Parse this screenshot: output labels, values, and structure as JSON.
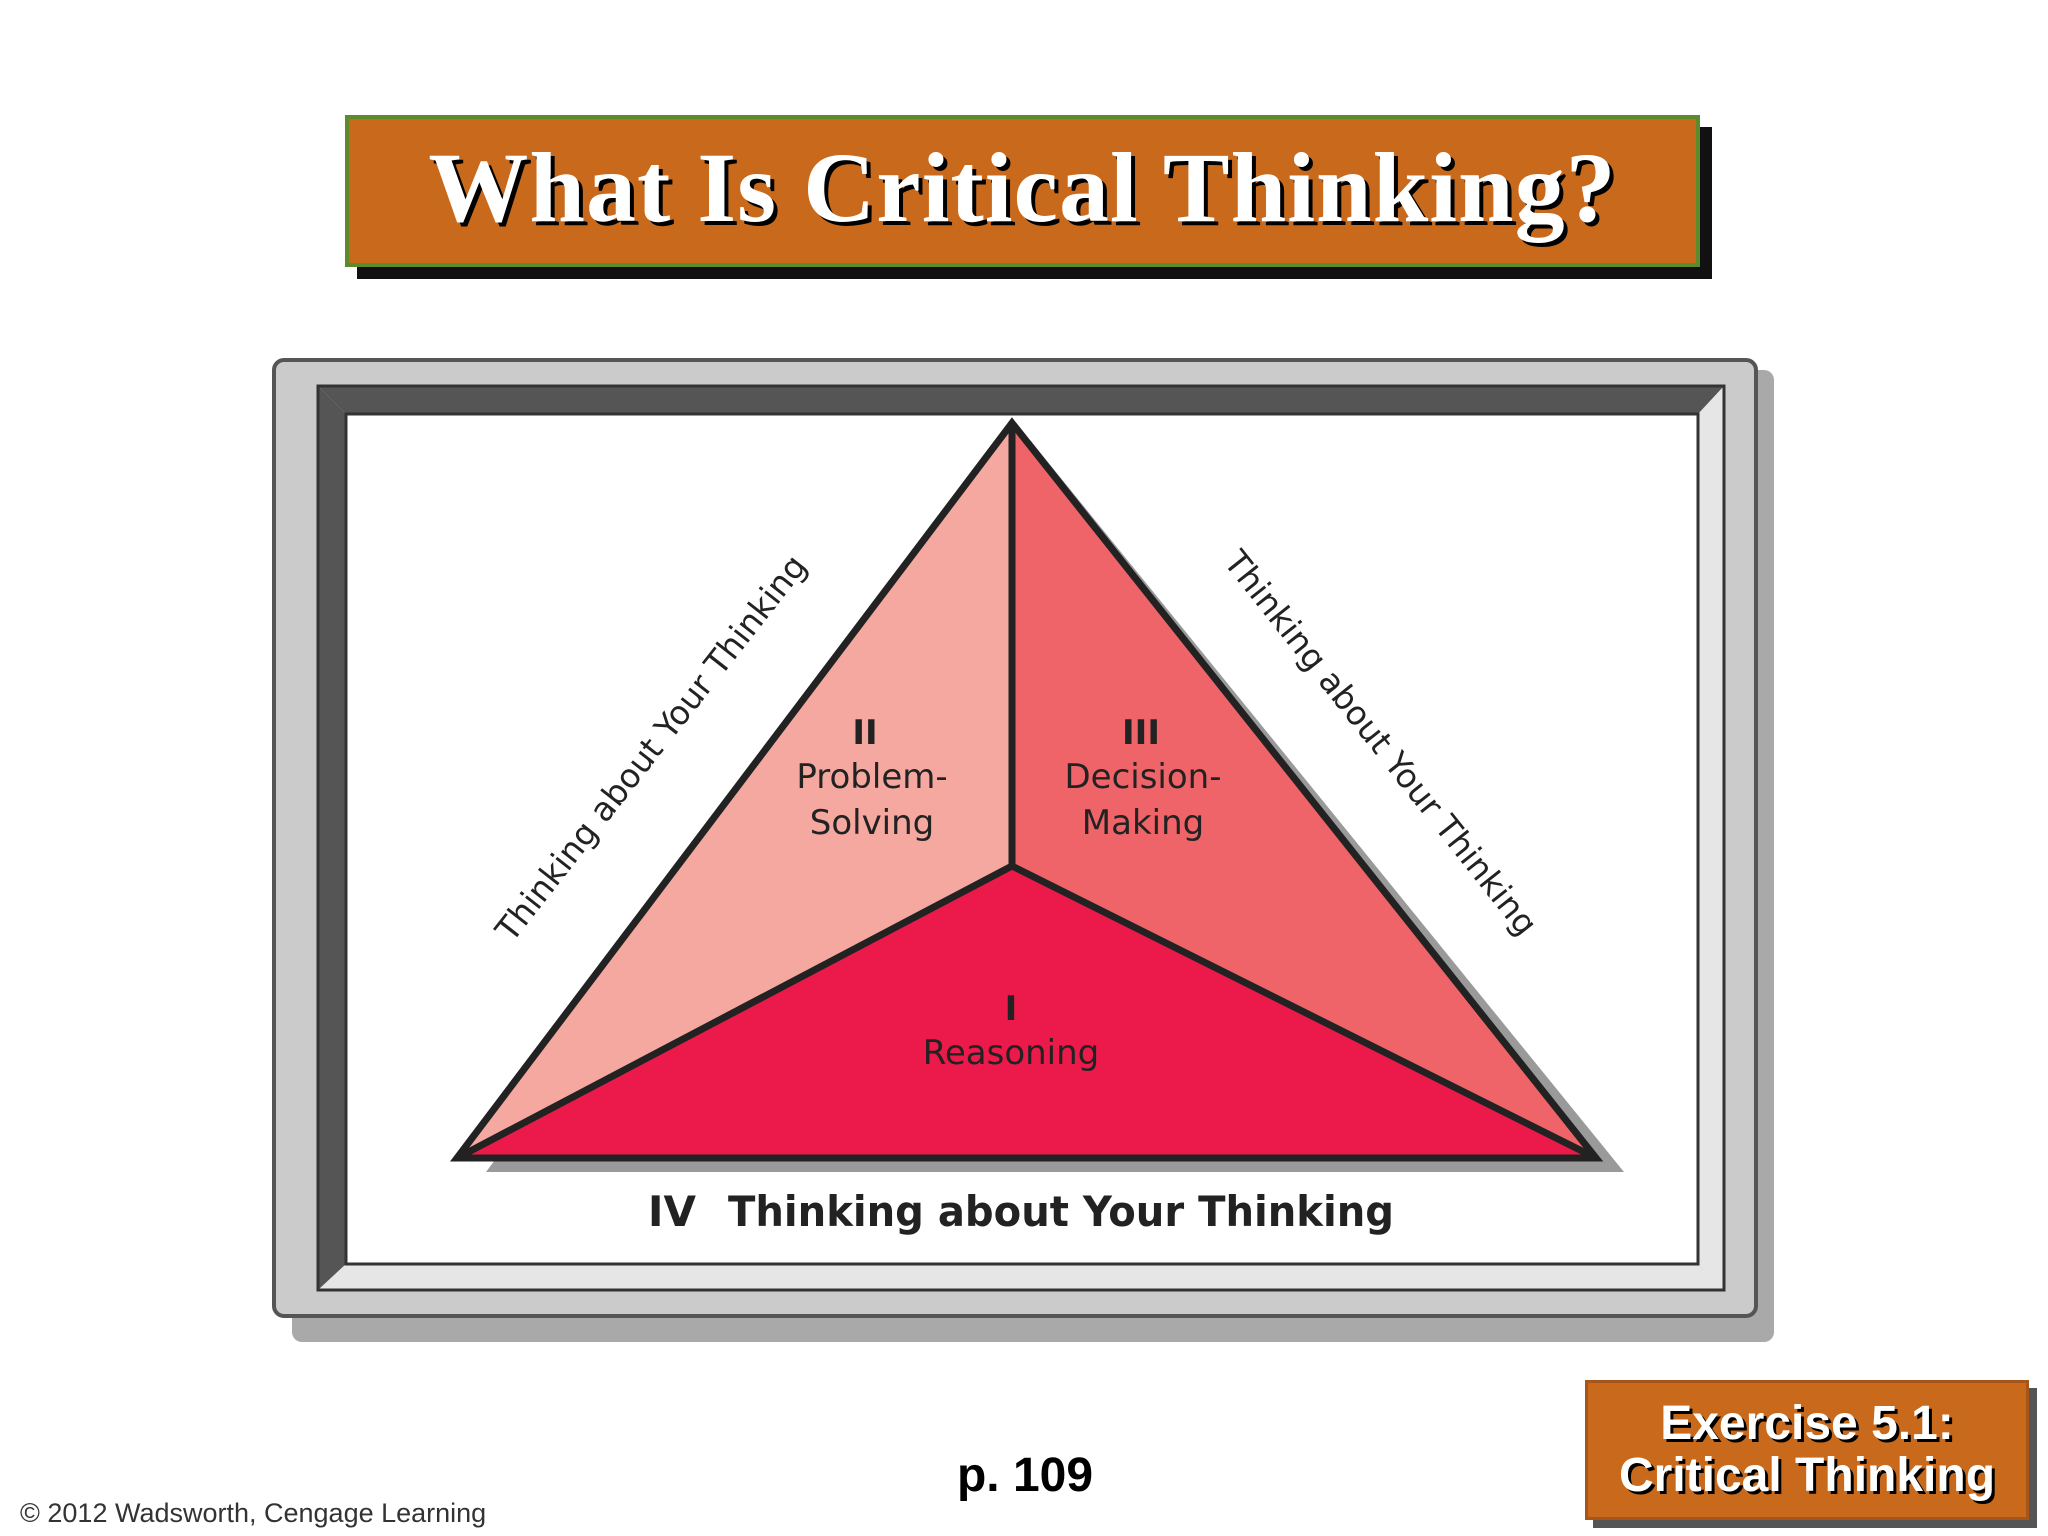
{
  "slide": {
    "title": "What Is Critical Thinking?",
    "page_ref": "p. 109",
    "copyright": "© 2012 Wadsworth, Cengage Learning",
    "exercise": {
      "line1": "Exercise 5.1:",
      "line2": "Critical Thinking"
    }
  },
  "diagram": {
    "side_label_left": "Thinking about Your Thinking",
    "side_label_right": "Thinking about Your Thinking",
    "bottom_label_numeral": "IV",
    "bottom_label_text": "Thinking about Your Thinking",
    "regions": {
      "left": {
        "numeral": "II",
        "line1": "Problem-",
        "line2": "Solving",
        "color": "#f4a8a0"
      },
      "right": {
        "numeral": "III",
        "line1": "Decision-",
        "line2": "Making",
        "color": "#ef6468"
      },
      "bottom": {
        "numeral": "I",
        "line1": "Reasoning",
        "color": "#ec1a4a"
      }
    }
  }
}
